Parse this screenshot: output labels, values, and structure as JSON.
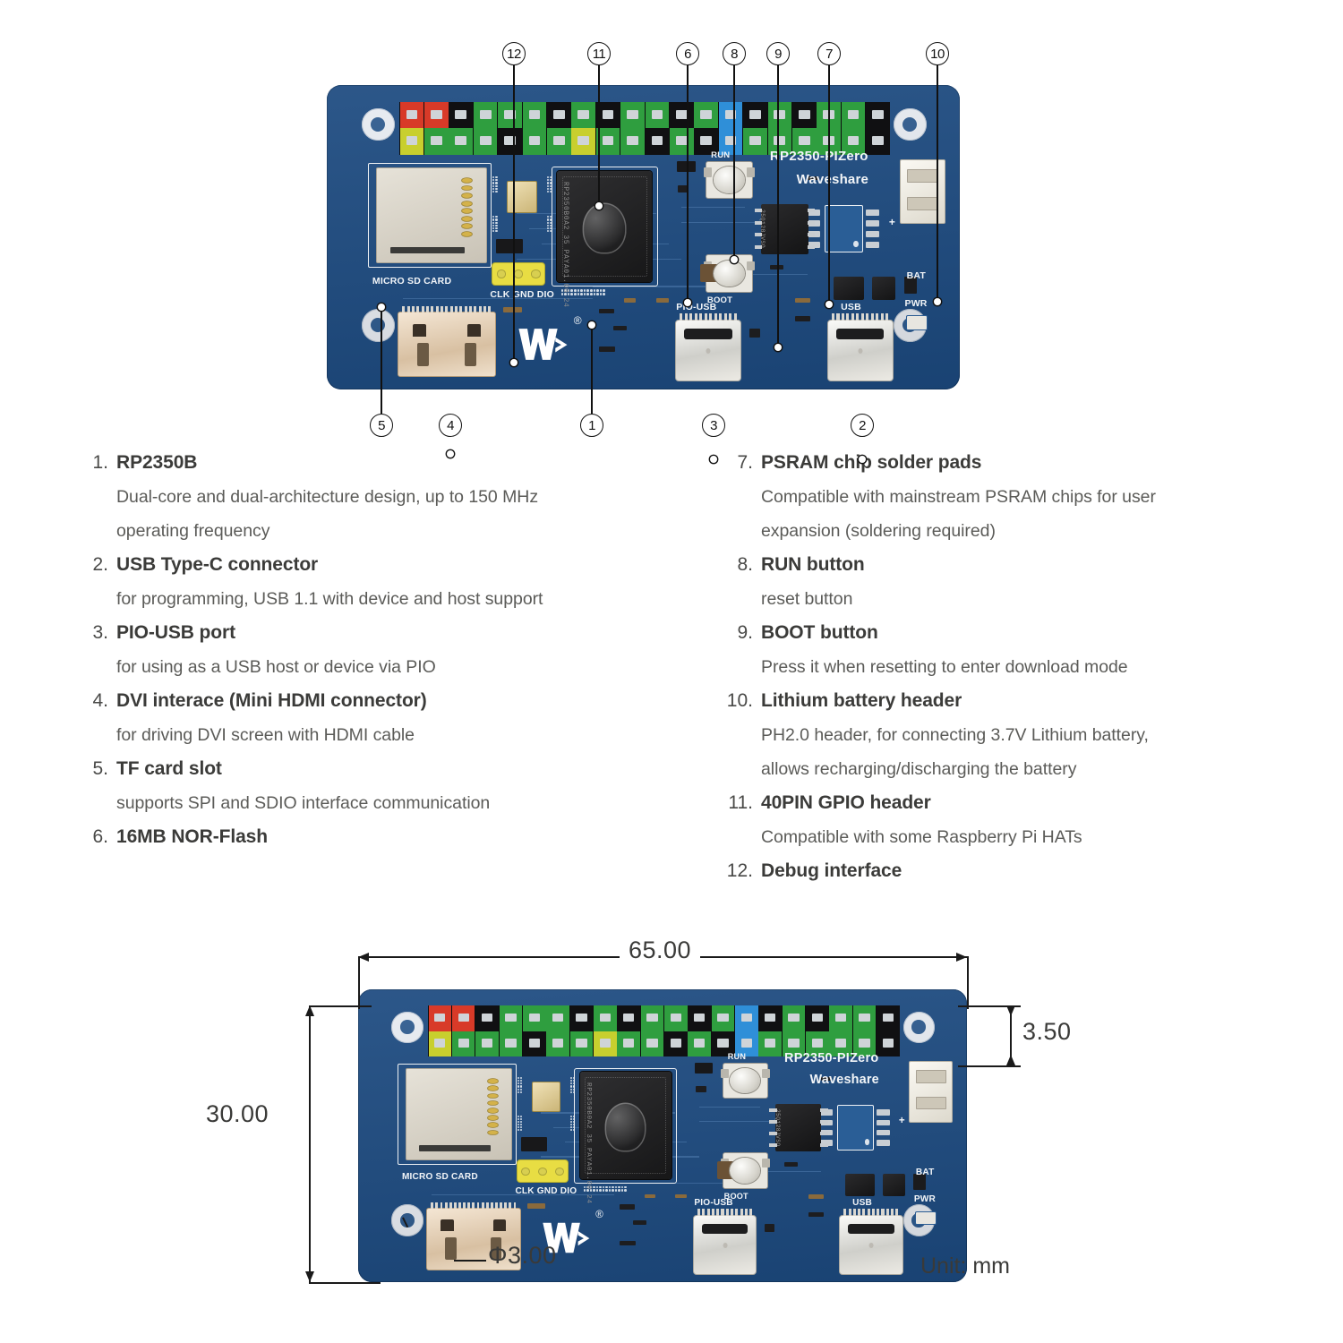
{
  "product": {
    "silkscreen_name": "RP2350-PIZero",
    "silkscreen_brand": "Waveshare"
  },
  "board_silkscreen": {
    "micro_sd": "MICRO SD CARD",
    "debug_pads": "CLK GND DIO",
    "run": "RUN",
    "boot": "BOOT",
    "pio_usb": "PIO-USB",
    "usb": "USB",
    "bat": "BAT",
    "pwr": "PWR",
    "mcu_line1": "RP2350B0A2 35",
    "mcu_line2": "PAYA01.00  24",
    "flash_marking": "25Q128JVSQ",
    "registered_mark": "®",
    "plus": "+"
  },
  "callouts": {
    "top": [
      "12",
      "11",
      "6",
      "8",
      "9",
      "7",
      "10"
    ],
    "bottom": [
      "5",
      "4",
      "1",
      "3",
      "2"
    ]
  },
  "features": {
    "left": [
      {
        "num": "1.",
        "title": "RP2350B",
        "desc": [
          "Dual-core and dual-architecture design, up to 150 MHz",
          "operating frequency"
        ]
      },
      {
        "num": "2.",
        "title": "USB Type-C connector",
        "desc": [
          "for programming, USB 1.1 with device and host support"
        ]
      },
      {
        "num": "3.",
        "title": "PIO-USB port",
        "desc": [
          "for using as a USB host or device via PIO"
        ]
      },
      {
        "num": "4.",
        "title": "DVI interace (Mini HDMI connector)",
        "desc": [
          "for driving DVI screen with HDMI cable"
        ]
      },
      {
        "num": "5.",
        "title": "TF card slot",
        "desc": [
          "supports SPI and SDIO interface communication"
        ]
      },
      {
        "num": "6.",
        "title": "16MB NOR-Flash",
        "desc": []
      }
    ],
    "right": [
      {
        "num": "7.",
        "title": "PSRAM chip solder pads",
        "desc": [
          "Compatible with mainstream PSRAM chips for user",
          "expansion (soldering required)"
        ]
      },
      {
        "num": "8.",
        "title": "RUN button",
        "desc": [
          "reset button"
        ]
      },
      {
        "num": "9.",
        "title": "BOOT button",
        "desc": [
          "Press it when resetting to enter download mode"
        ]
      },
      {
        "num": "10.",
        "title": "Lithium battery header",
        "desc": [
          "PH2.0 header, for connecting 3.7V Lithium battery,",
          "allows recharging/discharging the battery"
        ]
      },
      {
        "num": "11.",
        "title": "40PIN GPIO header",
        "desc": [
          "Compatible with some Raspberry Pi HATs"
        ]
      },
      {
        "num": "12.",
        "title": "Debug interface",
        "desc": []
      }
    ]
  },
  "dimensions": {
    "width": "65.00",
    "height": "30.00",
    "edge_offset": "3.50",
    "hole_diameter": "Φ3.00",
    "unit_note": "Unit: mm"
  },
  "colors": {
    "pcb_blue": "#1c4a80",
    "silk_white": "#f2f5f8",
    "title_text": "#3b3b39",
    "body_text": "#5b5b58",
    "dim_line": "#1a1a1a",
    "gpio_black": "#0d0d0f",
    "pin_red": "#d83a28",
    "pin_yellow": "#c8cf2e",
    "pin_green": "#2f9e3f",
    "pin_blue": "#2f8fd8"
  },
  "gpio_header": {
    "columns": 20,
    "top_row_colors": [
      "#d83a28",
      "#d83a28",
      "#101012",
      "#2f9e3f",
      "#2f9e3f",
      "#2f9e3f",
      "#101012",
      "#2f9e3f",
      "#101012",
      "#2f9e3f",
      "#2f9e3f",
      "#101012",
      "#2f9e3f",
      "#2f8fd8",
      "#101012",
      "#2f9e3f",
      "#101012",
      "#2f9e3f",
      "#2f9e3f",
      "#101012"
    ],
    "bottom_row_colors": [
      "#c8cf2e",
      "#2f9e3f",
      "#2f9e3f",
      "#2f9e3f",
      "#101012",
      "#2f9e3f",
      "#2f9e3f",
      "#c8cf2e",
      "#2f9e3f",
      "#2f9e3f",
      "#101012",
      "#2f9e3f",
      "#101012",
      "#2f8fd8",
      "#2f9e3f",
      "#2f9e3f",
      "#2f9e3f",
      "#2f9e3f",
      "#2f9e3f",
      "#101012"
    ]
  }
}
